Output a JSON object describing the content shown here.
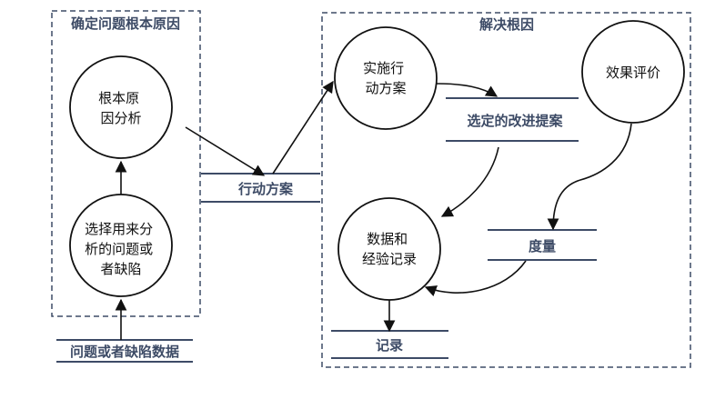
{
  "regions": {
    "identify": {
      "title": "确定问题根本原因"
    },
    "solve": {
      "title": "解决根因"
    }
  },
  "processes": {
    "root_cause_analysis": {
      "lines": [
        "根本原",
        "因分析"
      ]
    },
    "select_problem": {
      "lines": [
        "选择用来分",
        "析的问题或",
        "者缺陷"
      ]
    },
    "implement_plan": {
      "lines": [
        "实施行",
        "动方案"
      ]
    },
    "evaluate_effect": {
      "lines": [
        "效果评价"
      ]
    },
    "data_experience_record": {
      "lines": [
        "数据和",
        "经验记录"
      ]
    }
  },
  "data_stores": {
    "defect_data": {
      "label": "问题或者缺陷数据"
    },
    "action_plan": {
      "label": "行动方案"
    },
    "selected_proposals": {
      "label": "选定的改进提案"
    },
    "measure": {
      "label": "度量"
    },
    "records": {
      "label": "记录"
    }
  },
  "colors": {
    "store_line": "#3d4b66",
    "store_text": "#3d4b66",
    "region_border": "#3d4b66",
    "region_text": "#3d4b66",
    "process_stroke": "#111111",
    "arrow": "#111111"
  }
}
